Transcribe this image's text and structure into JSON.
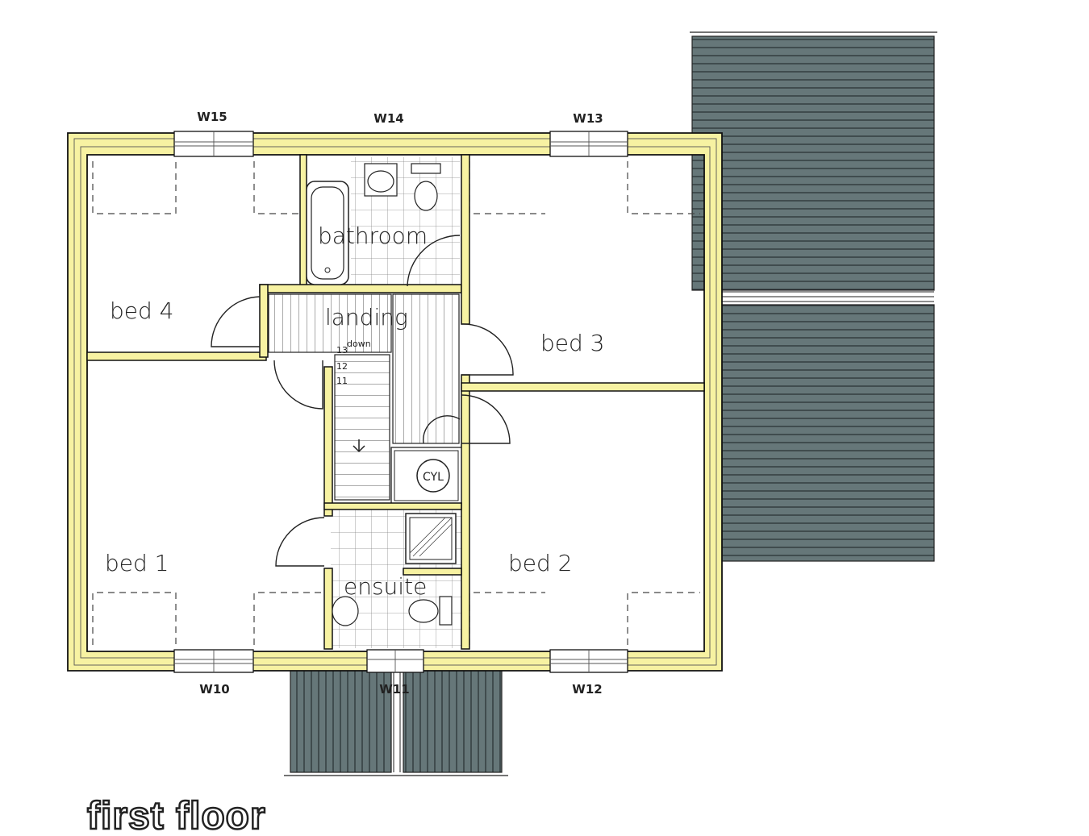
{
  "title": "first floor",
  "rooms": {
    "bed1": "bed 1",
    "bed2": "bed 2",
    "bed3": "bed 3",
    "bed4": "bed 4",
    "bathroom": "bathroom",
    "landing": "landing",
    "ensuite": "ensuite",
    "cylinder": "CYL"
  },
  "stairs": {
    "direction": "down",
    "steps": [
      "13",
      "12",
      "11"
    ]
  },
  "windows": {
    "w10": "W10",
    "w11": "W11",
    "w12": "W12",
    "w13": "W13",
    "w14": "W14",
    "w15": "W15"
  },
  "colors": {
    "wall_fill": "#f7f2a2",
    "roof_fill": "#667779",
    "line": "#111111"
  }
}
